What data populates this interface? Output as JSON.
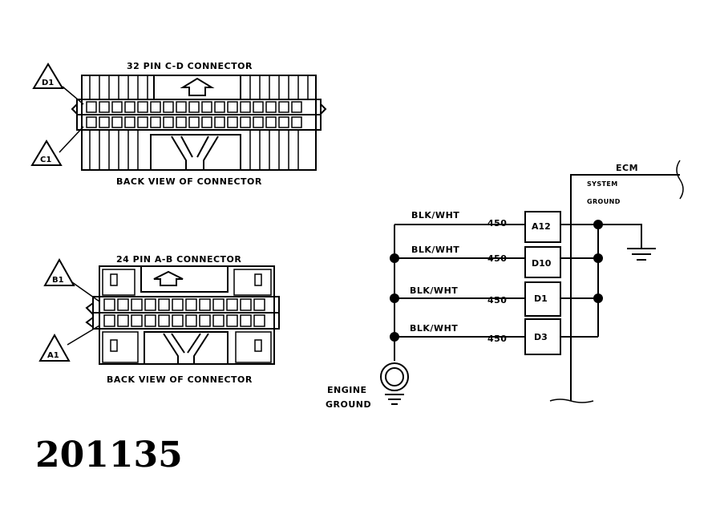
{
  "connector_cd": {
    "title": "32 PIN C-D CONNECTOR",
    "caption": "BACK VIEW OF CONNECTOR",
    "callouts": [
      "D1",
      "C1"
    ]
  },
  "connector_ab": {
    "title": "24 PIN A-B CONNECTOR",
    "caption": "BACK VIEW OF CONNECTOR",
    "callouts": [
      "B1",
      "A1"
    ]
  },
  "circuit": {
    "ecm_label": "ECM",
    "system_ground_line1": "SYSTEM",
    "system_ground_line2": "GROUND",
    "wires": [
      {
        "color": "BLK/WHT",
        "circuit": "450",
        "pin": "A12"
      },
      {
        "color": "BLK/WHT",
        "circuit": "450",
        "pin": "D10"
      },
      {
        "color": "BLK/WHT",
        "circuit": "450",
        "pin": "D1"
      },
      {
        "color": "BLK/WHT",
        "circuit": "450",
        "pin": "D3"
      }
    ],
    "engine_ground_line1": "ENGINE",
    "engine_ground_line2": "GROUND"
  },
  "figure_number": "201135",
  "colors": {
    "ink": "#000000",
    "paper": "#ffffff"
  }
}
